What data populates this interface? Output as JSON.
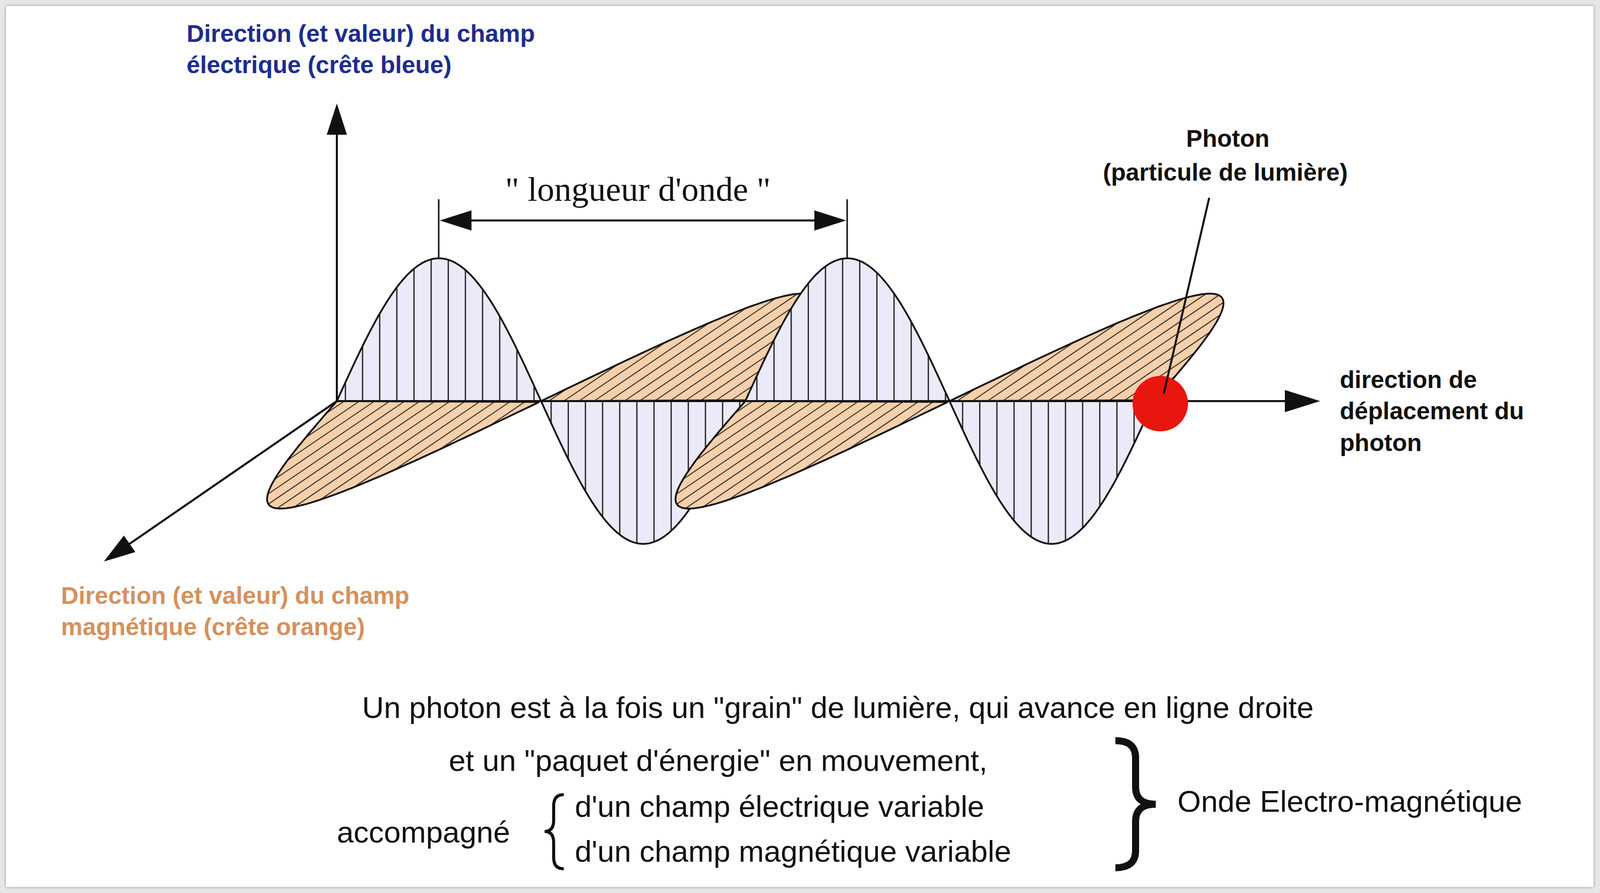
{
  "diagram": {
    "labels": [
      "Direction (et valeur) du champ électrique (crête bleue)",
      "\" longueur d'onde \"",
      "Photon",
      "(particule de lumière)",
      "direction de déplacement du photon",
      "Direction (et valeur) du champ magnétique (crête orange)",
      "Un photon est à la fois un \"grain\" de lumière, qui avance en ligne droite",
      "et un \"paquet d'énergie\" en mouvement,",
      "accompagné",
      "d'un champ électrique variable",
      "d'un champ magnétique variable",
      "Onde Electro-magnétique"
    ]
  }
}
